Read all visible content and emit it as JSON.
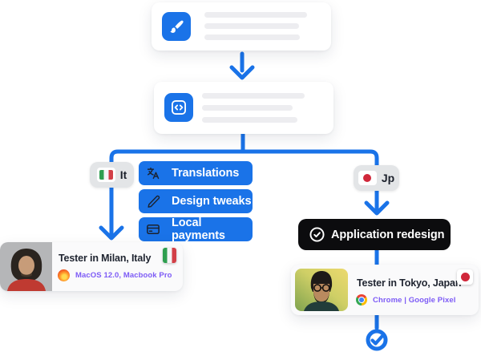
{
  "colors": {
    "accent_blue": "#1a73e8",
    "pill_black": "#0c0c0e",
    "badge_gray": "#e3e5e7",
    "device_purple": "#7d5bf6",
    "title_dark": "#1f2430"
  },
  "flow": {
    "step1": {
      "icon": "brush-icon",
      "placeholder_lines": 3
    },
    "step2": {
      "icon": "code-icon",
      "placeholder_lines": 3
    }
  },
  "branches": {
    "left": {
      "badge": {
        "label": "It",
        "flag": "italy-flag"
      },
      "tasks": [
        {
          "icon": "translate-icon",
          "label": "Translations"
        },
        {
          "icon": "pen-icon",
          "label": "Design tweaks"
        },
        {
          "icon": "credit-card-icon",
          "label": "Local payments"
        }
      ],
      "tester": {
        "title": "Tester in Milan, Italy",
        "device": "MacOS 12.0, Macbook Pro",
        "browser_icon": "firefox-icon",
        "flag": "italy-flag"
      }
    },
    "right": {
      "badge": {
        "label": "Jp",
        "flag": "japan-flag"
      },
      "tasks": [
        {
          "icon": "check-circle-icon",
          "label": "Application redesign"
        }
      ],
      "tester": {
        "title": "Tester in Tokyo, Japan",
        "device": "Chrome | Google Pixel",
        "browser_icon": "chrome-icon",
        "flag": "japan-flag"
      }
    }
  }
}
